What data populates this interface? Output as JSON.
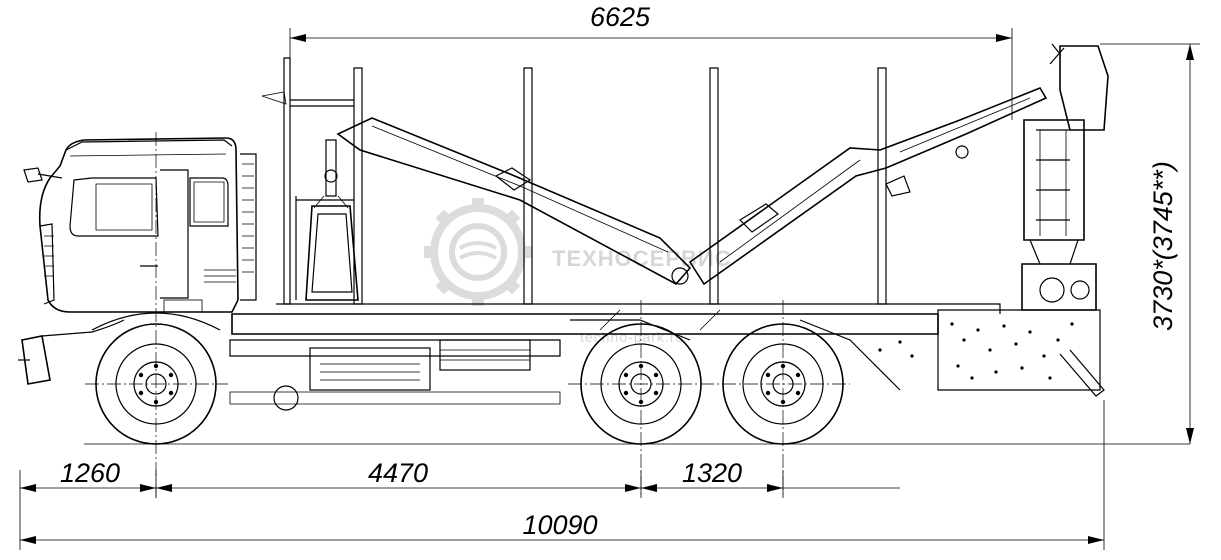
{
  "dimensions": {
    "body_length": "6625",
    "height": "3730*(3745**)",
    "front_overhang": "1260",
    "wheelbase_front": "4470",
    "rear_axle_spacing": "1320",
    "overall_length": "10090"
  },
  "watermark": {
    "text": "ТЕХНОСЕРВИС",
    "sub_text": "techno-park.ru"
  },
  "colors": {
    "line": "#000000",
    "watermark": "#d6d6d6"
  }
}
